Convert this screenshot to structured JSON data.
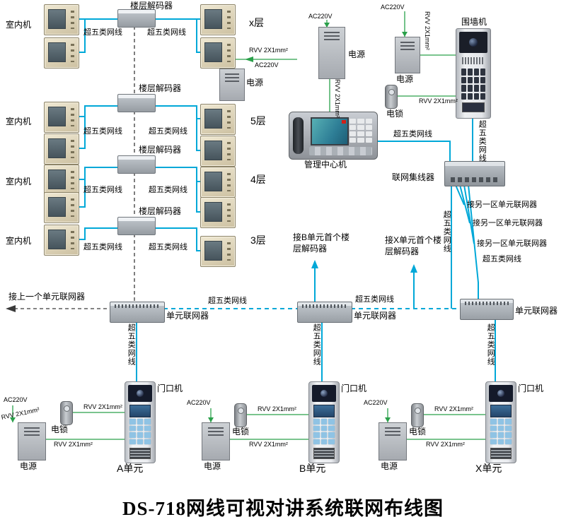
{
  "title": "DS-718网线可视对讲系统联网布线图",
  "colors": {
    "wire_cat5": "#00a8d8",
    "wire_power": "#2aa04a",
    "wire_chain": "#3a3a3a"
  },
  "labels": {
    "floor_decoder": "楼层解码器",
    "indoor_unit": "室内机",
    "cat5": "超五类网线",
    "power": "电源",
    "rvv": "RVV 2X1mm²",
    "ac220v": "AC220V",
    "door_station": "门口机",
    "lock": "电锁",
    "hub": "联网集线器",
    "networker": "单元联网器",
    "mgmt_center": "管理中心机",
    "wall_machine": "围墙机",
    "connect_prev": "接上一个单元联网器",
    "connect_b_first": "接B单元首个楼层解码器",
    "connect_x_first": "接X单元首个楼层解码器",
    "connect_other": "接另一区单元联网器"
  },
  "floors": {
    "fx": "x层",
    "f5": "5层",
    "f4": "4层",
    "f3": "3层"
  },
  "units": {
    "a": "A单元",
    "b": "B单元",
    "x": "X单元"
  }
}
